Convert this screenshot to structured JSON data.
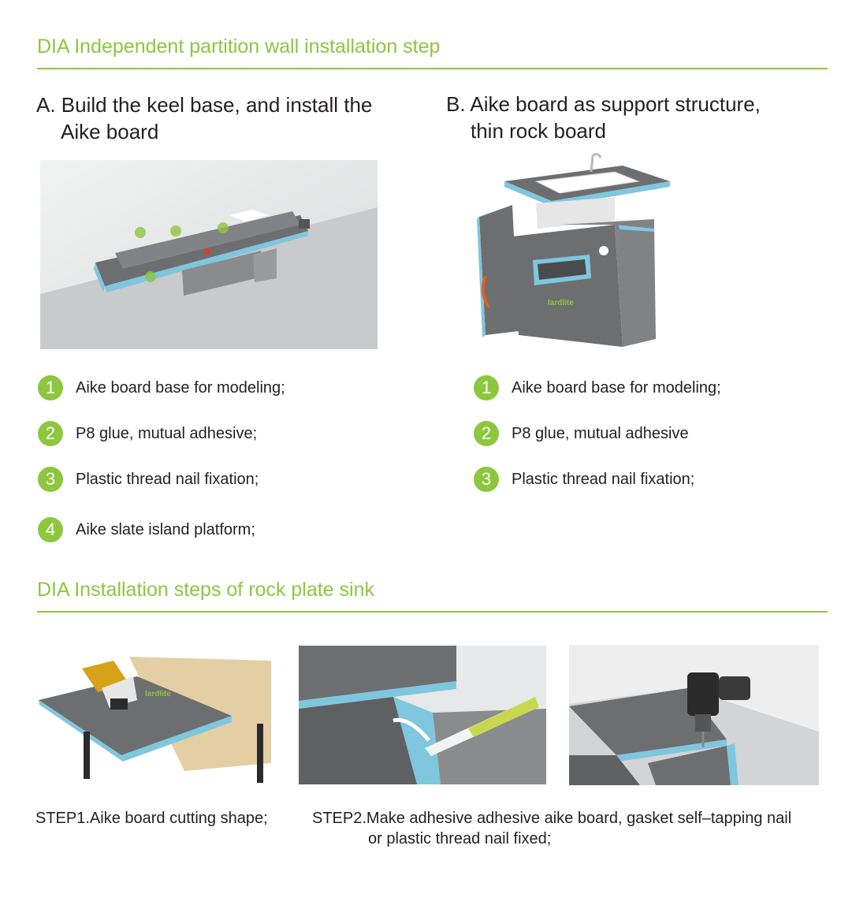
{
  "section1": {
    "title": "DIA Independent partition wall installation step"
  },
  "partA": {
    "title_line1": "A. Build the keel base, and install the",
    "title_line2": "Aike board",
    "items": [
      {
        "num": "1",
        "text": "Aike board base for modeling;"
      },
      {
        "num": "2",
        "text": "P8 glue, mutual adhesive;"
      },
      {
        "num": "3",
        "text": "Plastic thread nail fixation;"
      },
      {
        "num": "4",
        "text": "Aike slate island platform;"
      }
    ]
  },
  "partB": {
    "title_line1": "B. Aike board as support structure,",
    "title_line2": "thin rock board",
    "items": [
      {
        "num": "1",
        "text": "Aike board base for modeling;"
      },
      {
        "num": "2",
        "text": "P8 glue, mutual adhesive"
      },
      {
        "num": "3",
        "text": "Plastic thread nail fixation;"
      }
    ]
  },
  "section2": {
    "title": "DIA Installation steps of rock plate sink"
  },
  "steps": {
    "step1": "STEP1.Aike board cutting shape;",
    "step2_line1": "STEP2.Make adhesive adhesive aike board, gasket self–tapping nail",
    "step2_line2": "or plastic thread nail fixed;"
  },
  "brand": {
    "logo_text": "lardlite"
  },
  "colors": {
    "accent": "#8dc63f",
    "board_edge": "#7fc6df",
    "board_face": "#707173"
  }
}
